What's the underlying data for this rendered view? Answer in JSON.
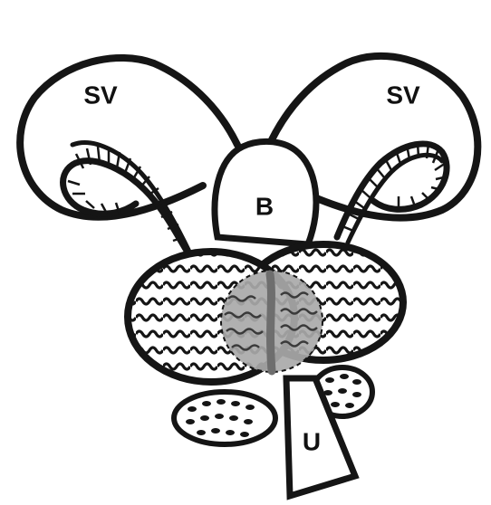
{
  "labels": {
    "seminal_vesicle_left": "SV",
    "seminal_vesicle_right": "SV",
    "bladder": "B",
    "urethra": "U"
  },
  "colors": {
    "paper": "#ffffff",
    "ink": "#151515",
    "shaded_region": "#a9a9a9",
    "shaded_region_line": "#6e6e6e"
  }
}
